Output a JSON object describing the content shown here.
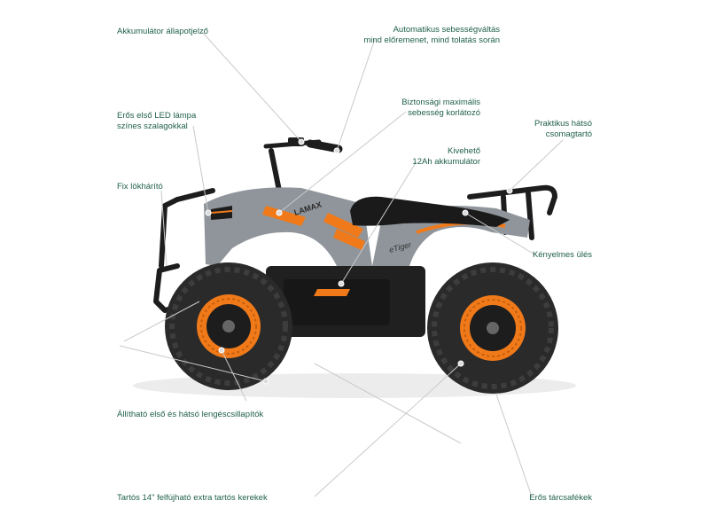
{
  "annotations": {
    "battery_indicator": "Akkumulátor állapotjelző",
    "led_lamp_line1": "Erős első LED lámpa",
    "led_lamp_line2": "színes szalagokkal",
    "bumper": "Fix lökhárító",
    "auto_gear_line1": "Automatikus sebességváltás",
    "auto_gear_line2": "mind előremenet, mind tolatás során",
    "speed_limit_line1": "Biztonsági maximális",
    "speed_limit_line2": "sebesség korlátozó",
    "battery_line1": "Kivehető",
    "battery_line2": "12Ah akkumulátor",
    "rack_line1": "Praktikus hátsó",
    "rack_line2": "csomagtartó",
    "seat": "Kényelmes ülés",
    "suspension": "Állítható első és hátsó lengéscsillapítók",
    "tyres": "Tartós 14\" felfújható extra tartós kerekek",
    "brakes": "Erős tárcsafékek"
  },
  "vehicle": {
    "brand_decal": "LAMAX",
    "model_decal": "eTiger"
  },
  "colors": {
    "label_text": "#1f5f4a",
    "accent_orange": "#f07a1a",
    "body_grey": "#8f959b",
    "frame_black": "#1d1d1d"
  }
}
